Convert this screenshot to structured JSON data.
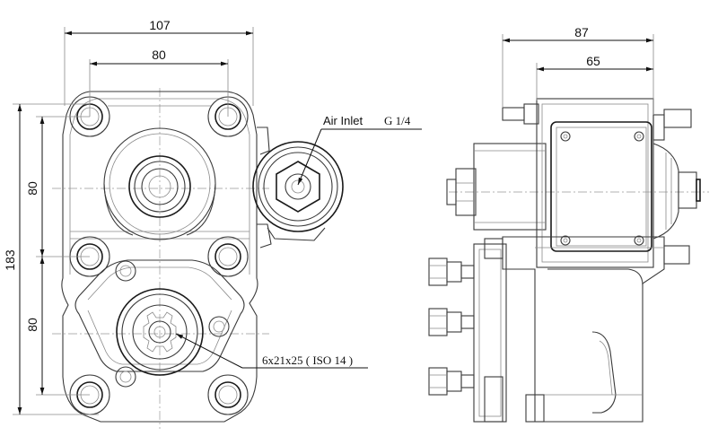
{
  "dimensions": {
    "front_width": "107",
    "front_bolt_spacing": "80",
    "front_height": "183",
    "front_upper_spacing": "80",
    "front_lower_spacing": "80",
    "side_overall": "87",
    "side_body": "65"
  },
  "callouts": {
    "air_inlet_label": "Air Inlet",
    "air_inlet_thread": "G 1/4",
    "shaft_spec": "6x21x25 ( ISO 14 )"
  }
}
